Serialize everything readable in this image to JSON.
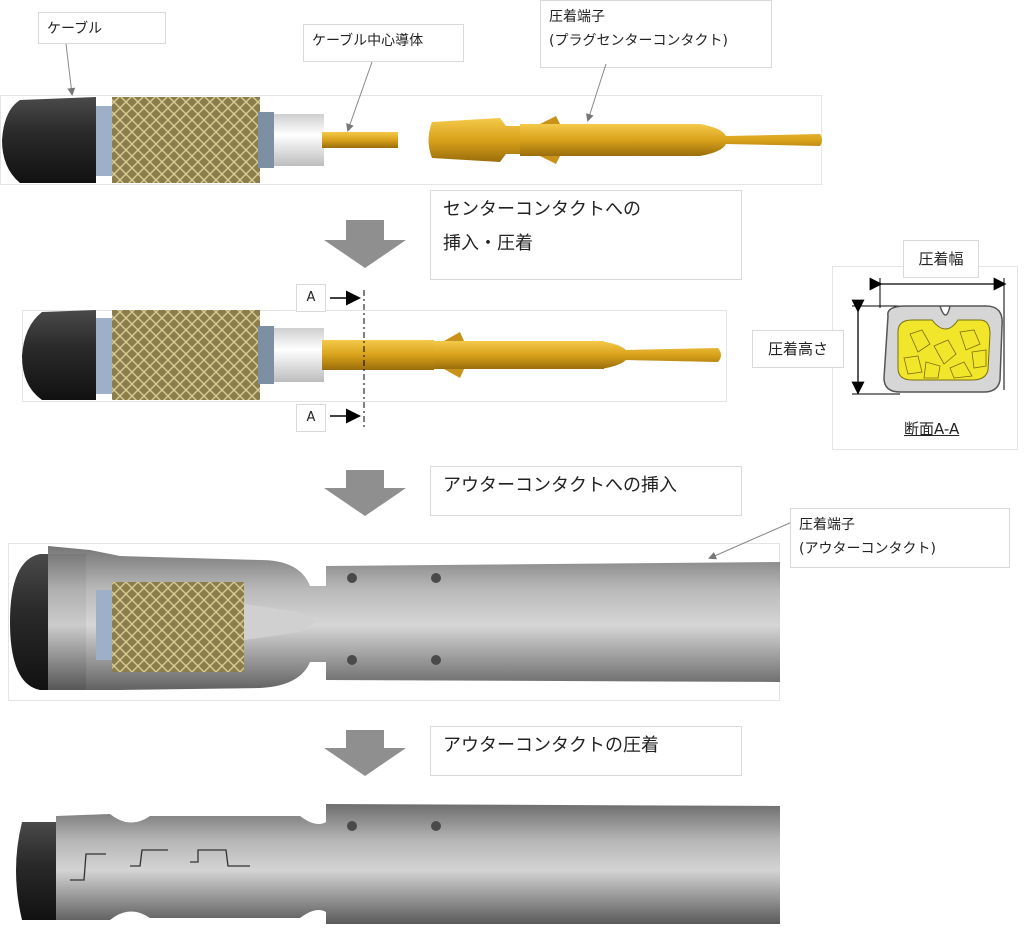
{
  "labels": {
    "cable": "ケーブル",
    "cable_center_conductor": "ケーブル中心導体",
    "crimp_terminal_1_line1": "圧着端子",
    "crimp_terminal_1_line2": "(プラグセンターコンタクト)",
    "crimp_terminal_2_line1": "圧着端子",
    "crimp_terminal_2_line2": "(アウターコンタクト)"
  },
  "steps": {
    "step1_line1": "センターコンタクトへの",
    "step1_line2": "挿入・圧着",
    "step2": "アウターコンタクトへの挿入",
    "step3": "アウターコンタクトの圧着"
  },
  "section": {
    "marker": "A",
    "width_label": "圧着幅",
    "height_label": "圧着高さ",
    "title": "断面A-A"
  },
  "colors": {
    "cable_jacket": "#2a2a2a",
    "braid": "#b8a96a",
    "dielectric": "#eeeeee",
    "gold": "#d9a21b",
    "metal": "#8a8a8a",
    "arrow": "#8f8f8f",
    "strand": "#f2e62a"
  }
}
